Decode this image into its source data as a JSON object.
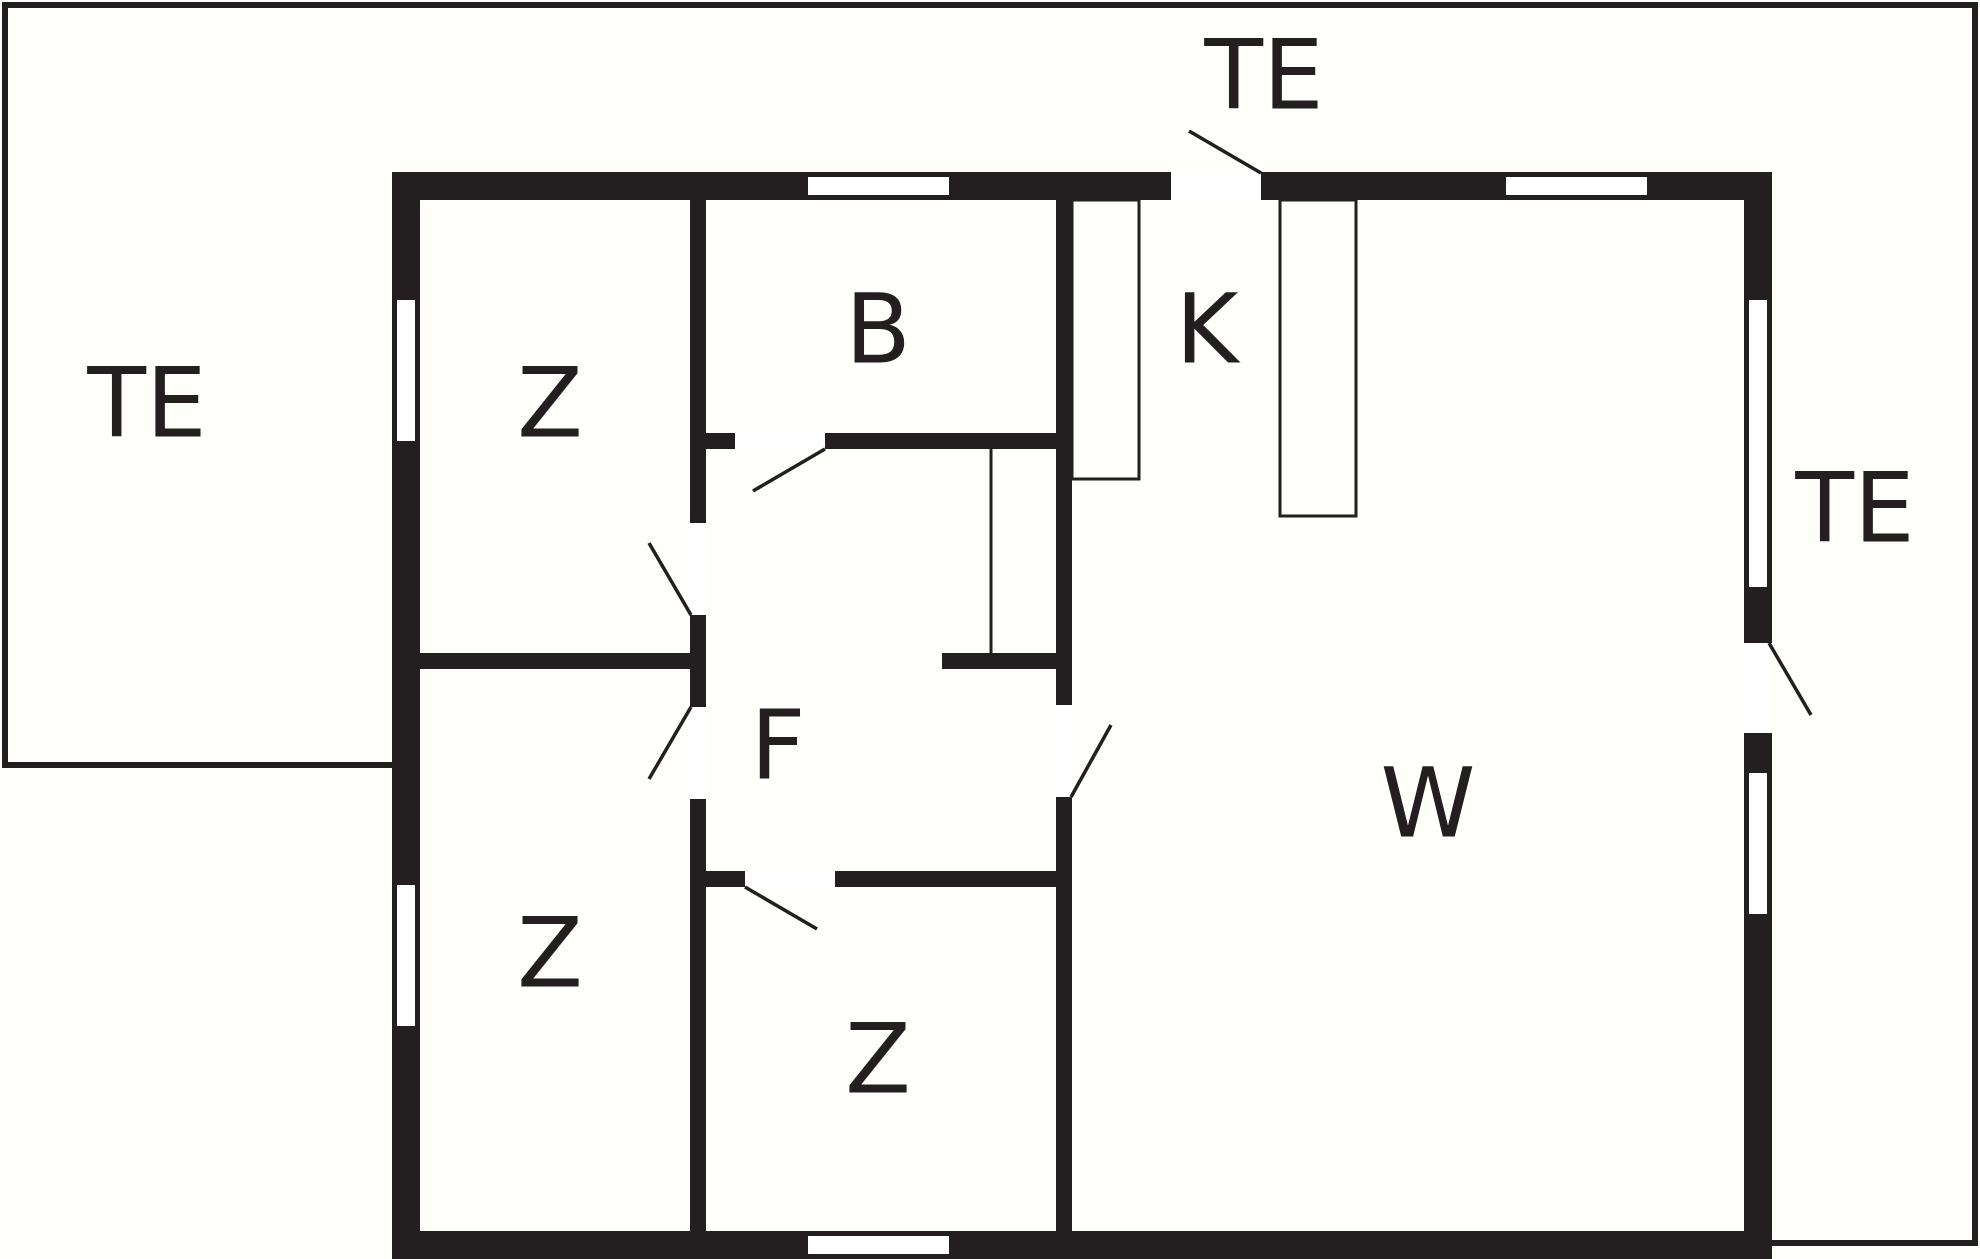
{
  "plan": {
    "colors": {
      "background": "#fefefa",
      "wall": "#231f20",
      "opening": "#ffffff"
    },
    "labels": {
      "terrace_north": "TE",
      "terrace_west": "TE",
      "terrace_east": "TE",
      "bedroom_west_upper": "Z",
      "bedroom_west_lower": "Z",
      "bedroom_south": "Z",
      "bathroom": "B",
      "kitchen": "K",
      "hallway": "F",
      "living_room": "W"
    }
  }
}
